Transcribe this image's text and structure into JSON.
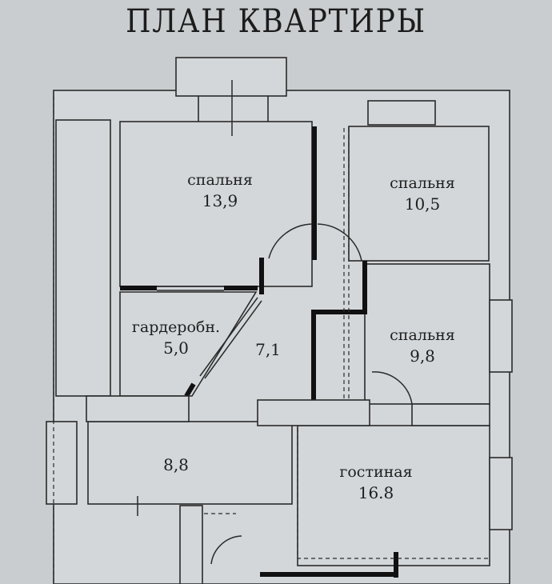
{
  "title": "ПЛАН КВАРТИРЫ",
  "rooms": [
    {
      "name": "спальня",
      "area": "13,9"
    },
    {
      "name": "спальня",
      "area": "10,5"
    },
    {
      "name": "спальня",
      "area": "9,8"
    },
    {
      "name": "гардеробн.",
      "area": "5,0"
    },
    {
      "name": "",
      "area": "7,1"
    },
    {
      "name": "",
      "area": "8,8"
    },
    {
      "name": "гостиная",
      "area": "16.8"
    }
  ],
  "colors": {
    "paper": "#c9cdd0",
    "room_fill": "#d3d7da",
    "ink": "#1e1e1e"
  }
}
